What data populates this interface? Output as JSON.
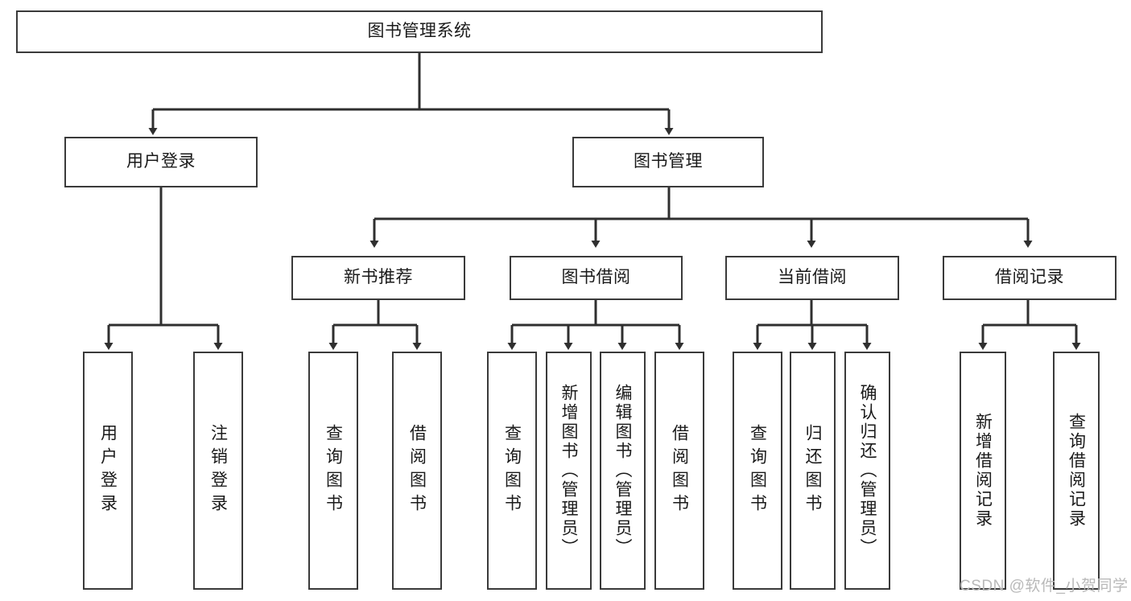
{
  "diagram": {
    "title": "图书管理系统",
    "root": {
      "id": "root",
      "label": "图书管理系统"
    },
    "level2": [
      {
        "id": "user-login",
        "label": "用户登录"
      },
      {
        "id": "book-manage",
        "label": "图书管理"
      }
    ],
    "level3": [
      {
        "id": "new-book-rec",
        "label": "新书推荐",
        "parent": "book-manage"
      },
      {
        "id": "book-borrow",
        "label": "图书借阅",
        "parent": "book-manage"
      },
      {
        "id": "current-borrow",
        "label": "当前借阅",
        "parent": "book-manage"
      },
      {
        "id": "borrow-record",
        "label": "借阅记录",
        "parent": "book-manage"
      }
    ],
    "leaves": [
      {
        "id": "leaf-user-login",
        "label": "用户登录",
        "parent": "user-login"
      },
      {
        "id": "leaf-logout-login",
        "label": "注销登录",
        "parent": "user-login"
      },
      {
        "id": "leaf-query-book-1",
        "label": "查询图书",
        "parent": "new-book-rec"
      },
      {
        "id": "leaf-borrow-book-1",
        "label": "借阅图书",
        "parent": "new-book-rec"
      },
      {
        "id": "leaf-query-book-2",
        "label": "查询图书",
        "parent": "book-borrow"
      },
      {
        "id": "leaf-add-book",
        "label": "新增图书（管理员）",
        "parent": "book-borrow"
      },
      {
        "id": "leaf-edit-book",
        "label": "编辑图书（管理员）",
        "parent": "book-borrow"
      },
      {
        "id": "leaf-borrow-book-2",
        "label": "借阅图书",
        "parent": "book-borrow"
      },
      {
        "id": "leaf-query-book-3",
        "label": "查询图书",
        "parent": "current-borrow"
      },
      {
        "id": "leaf-return-book",
        "label": "归还图书",
        "parent": "current-borrow"
      },
      {
        "id": "leaf-confirm-return",
        "label": "确认归还（管理员）",
        "parent": "current-borrow"
      },
      {
        "id": "leaf-add-record",
        "label": "新增借阅记录",
        "parent": "borrow-record"
      },
      {
        "id": "leaf-query-record",
        "label": "查询借阅记录",
        "parent": "borrow-record"
      }
    ],
    "watermark": "CSDN @软件_小贺同学",
    "colors": {
      "border": "#3a3a3a",
      "background": "#ffffff",
      "text": "#1a1a1a",
      "connector": "#2f2f2f",
      "watermark": "#b9b9b9"
    }
  }
}
